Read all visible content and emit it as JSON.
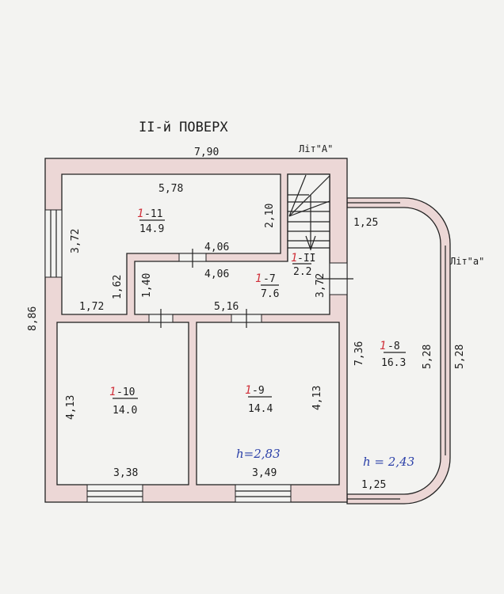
{
  "title": "II-й ПОВЕРХ",
  "lit_main": "Літ\"А\"",
  "lit_balcony": "Літ\"а\"",
  "dimensions": {
    "outer_width": "7,90",
    "outer_height": "8,86",
    "r11_top": "5,78",
    "r11_left": "3,72",
    "r11_right": "2,10",
    "r11_step_top": "4,06",
    "r11_step_left": "1,62",
    "r11_bottom": "1,72",
    "r7_top": "4,06",
    "r7_left": "1,40",
    "r7_bottom": "5,16",
    "stair_side": "3,72",
    "r10_left": "4,13",
    "r10_bottom": "3,38",
    "r9_right": "4,13",
    "r9_bottom": "3,49",
    "balcony_top": "1,25",
    "balcony_bottom": "1,25",
    "balcony_left": "7,36",
    "balcony_inner": "5,28",
    "balcony_outer": "5,28"
  },
  "rooms": [
    {
      "prefix": "1",
      "id": "-11",
      "area": "14.9"
    },
    {
      "prefix": "1",
      "id": "-II",
      "area": "2.2"
    },
    {
      "prefix": "1",
      "id": "-7",
      "area": "7.6"
    },
    {
      "prefix": "1",
      "id": "-10",
      "area": "14.0"
    },
    {
      "prefix": "1",
      "id": "-9",
      "area": "14.4"
    },
    {
      "prefix": "1",
      "id": "-8",
      "area": "16.3"
    }
  ],
  "heights": {
    "main": "h=2,83",
    "balcony": "h = 2,43"
  }
}
